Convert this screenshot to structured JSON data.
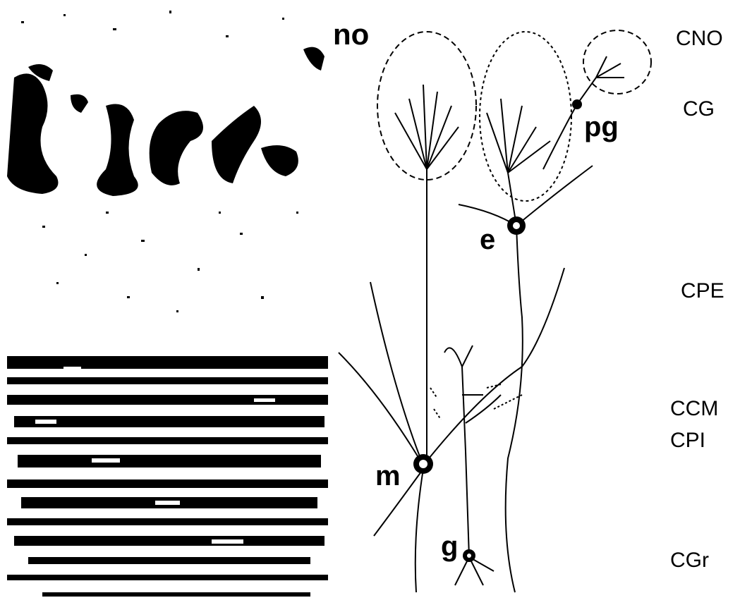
{
  "cell_labels": {
    "no": "no",
    "pg": "pg",
    "e": "e",
    "m": "m",
    "g": "g"
  },
  "layer_labels": [
    "CNO",
    "CG",
    "CPE",
    "CCM",
    "CPI",
    "CGr"
  ],
  "colors": {
    "ink": "#000000",
    "paper": "#ffffff"
  }
}
